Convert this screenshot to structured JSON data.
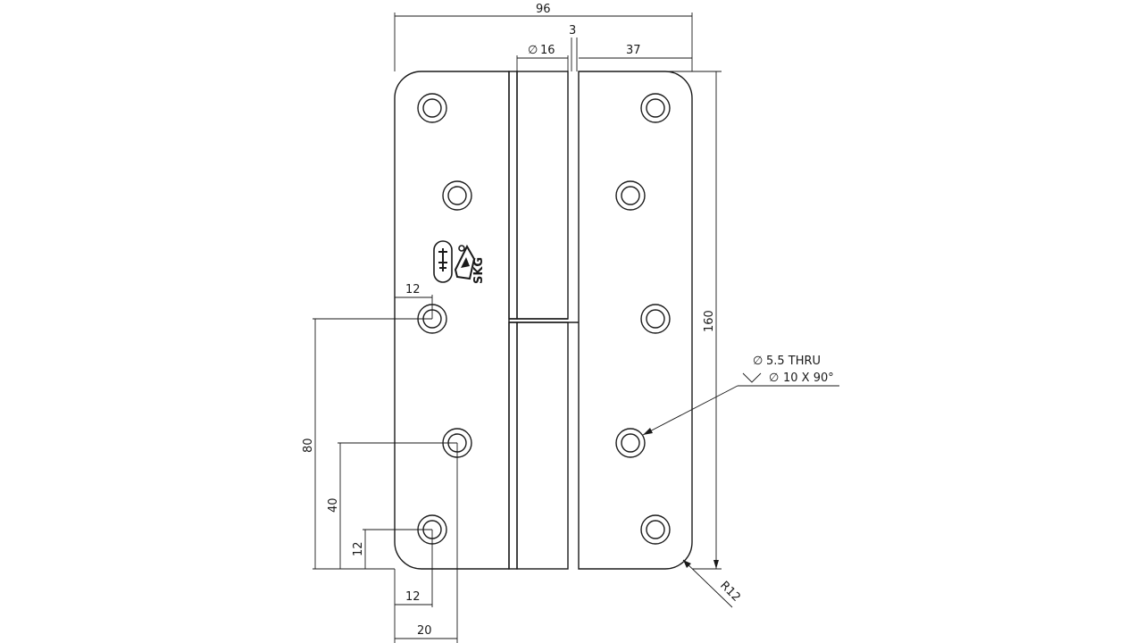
{
  "drawing": {
    "dimensions": {
      "overall_width": "96",
      "pin_gap": "3",
      "knuckle_dia_symbol": "∅",
      "knuckle_dia": "16",
      "right_leaf_width": "37",
      "overall_height": "160",
      "hole_edge_top": "12",
      "hole_height_80": "80",
      "hole_height_40": "40",
      "hole_height_12": "12",
      "hole_edge_bottom": "12",
      "hole_offset_20": "20",
      "corner_radius": "R12"
    },
    "hole_callout": {
      "symbol": "∅",
      "line1": "5.5 THRU",
      "line2": "10 X 90°"
    },
    "logo": {
      "text": "SKG"
    }
  }
}
